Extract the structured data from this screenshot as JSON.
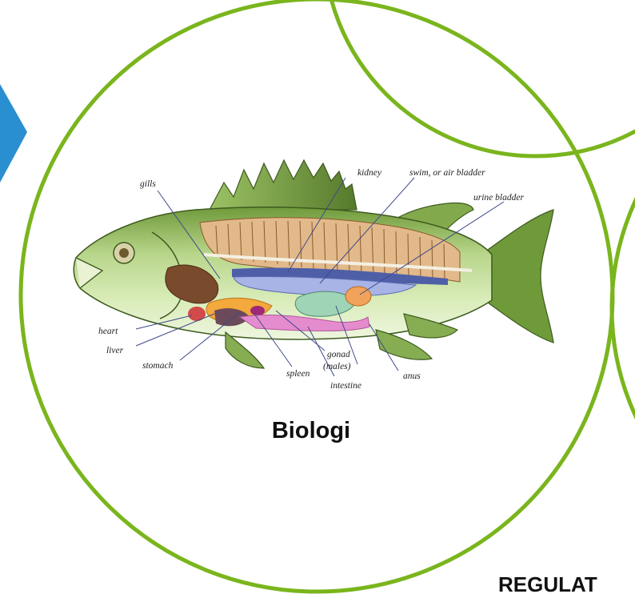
{
  "labels": {
    "gills": "gills",
    "kidney": "kidney",
    "swim_bladder": "swim, or air bladder",
    "urine_bladder": "urine bladder",
    "heart": "heart",
    "liver": "liver",
    "stomach": "stomach",
    "spleen": "spleen",
    "gonad": "gonad",
    "gonad_sub": "(males)",
    "intestine": "intestine",
    "anus": "anus"
  },
  "caption": "Biologi",
  "bottom_text": "REGULAT",
  "colors": {
    "ring": "#7ab51d",
    "arrow": "#2a8fd0"
  }
}
